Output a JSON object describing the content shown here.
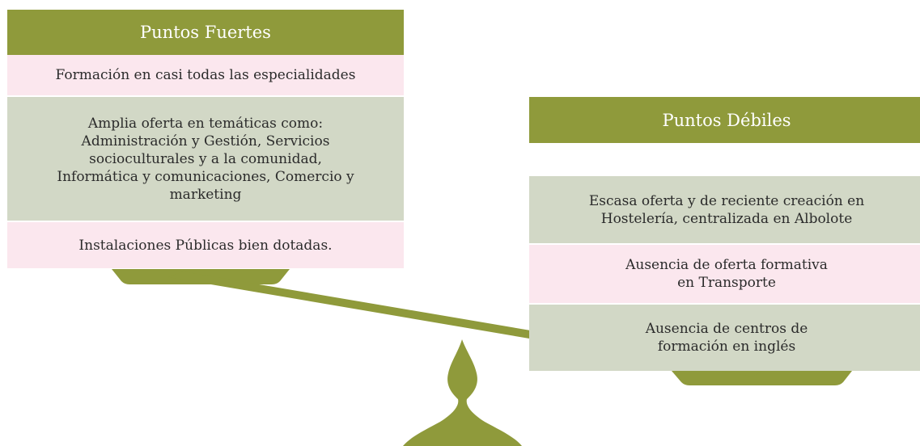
{
  "colors": {
    "olive": "#8f9a3b",
    "pink": "#fbe7ee",
    "sage": "#d2d8c6",
    "text": "#2b2b2b"
  },
  "strengths": {
    "title": "Puntos Fuertes",
    "items": [
      {
        "text": "Formación en casi todas las especialidades",
        "tone": "pink"
      },
      {
        "text": "Amplia oferta en temáticas como:\nAdministración y Gestión, Servicios\nsocioculturales y a la comunidad,\nInformática y comunicaciones, Comercio y\nmarketing",
        "tone": "sage"
      },
      {
        "text": "Instalaciones Públicas bien dotadas.",
        "tone": "pink"
      }
    ]
  },
  "weaknesses": {
    "title": "Puntos Débiles",
    "items": [
      {
        "text": "Escasa oferta y de reciente creación en\nHostelería, centralizada en Albolote",
        "tone": "sage"
      },
      {
        "text": "Ausencia de oferta formativa\nen Transporte",
        "tone": "pink"
      },
      {
        "text": "Ausencia de centros de\nformación en inglés",
        "tone": "sage"
      }
    ]
  }
}
